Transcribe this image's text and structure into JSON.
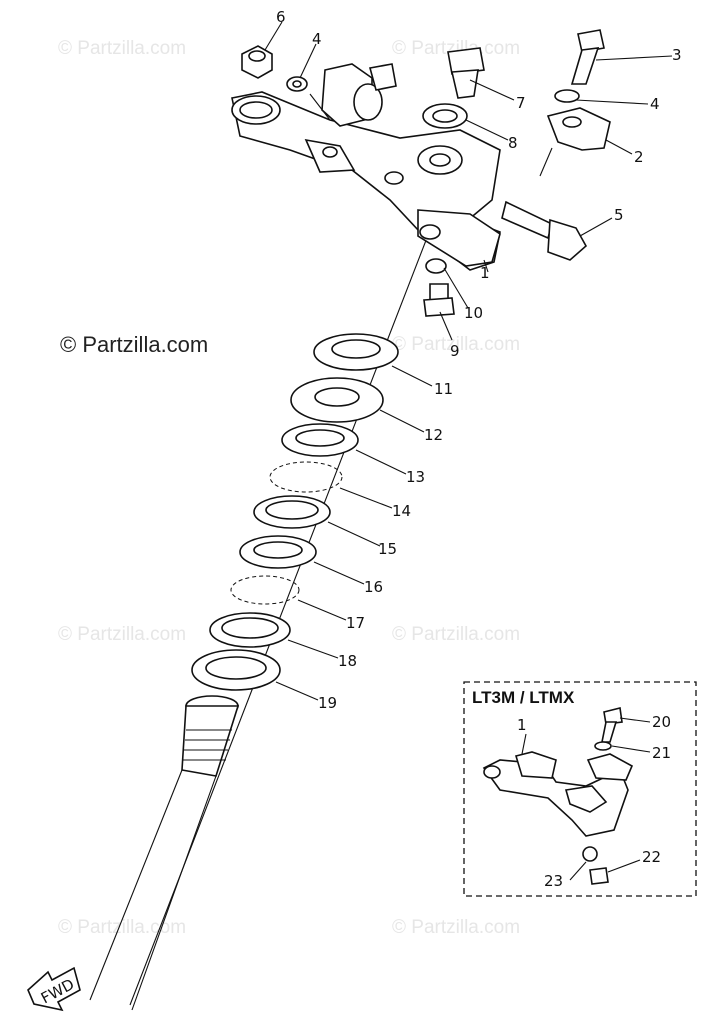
{
  "watermarks": {
    "faint": "© Partzilla.com",
    "main": "© Partzilla.com"
  },
  "inset": {
    "title": "LT3M / LTMX",
    "labels": [
      "1",
      "20",
      "21",
      "22",
      "23"
    ]
  },
  "callouts": [
    "1",
    "2",
    "3",
    "4",
    "4",
    "5",
    "6",
    "7",
    "8",
    "9",
    "10",
    "11",
    "12",
    "13",
    "14",
    "15",
    "16",
    "17",
    "18",
    "19"
  ],
  "fwd_label": "FWD",
  "colors": {
    "ink": "#111111",
    "watermark": "#e6e6e6",
    "background": "#ffffff"
  }
}
